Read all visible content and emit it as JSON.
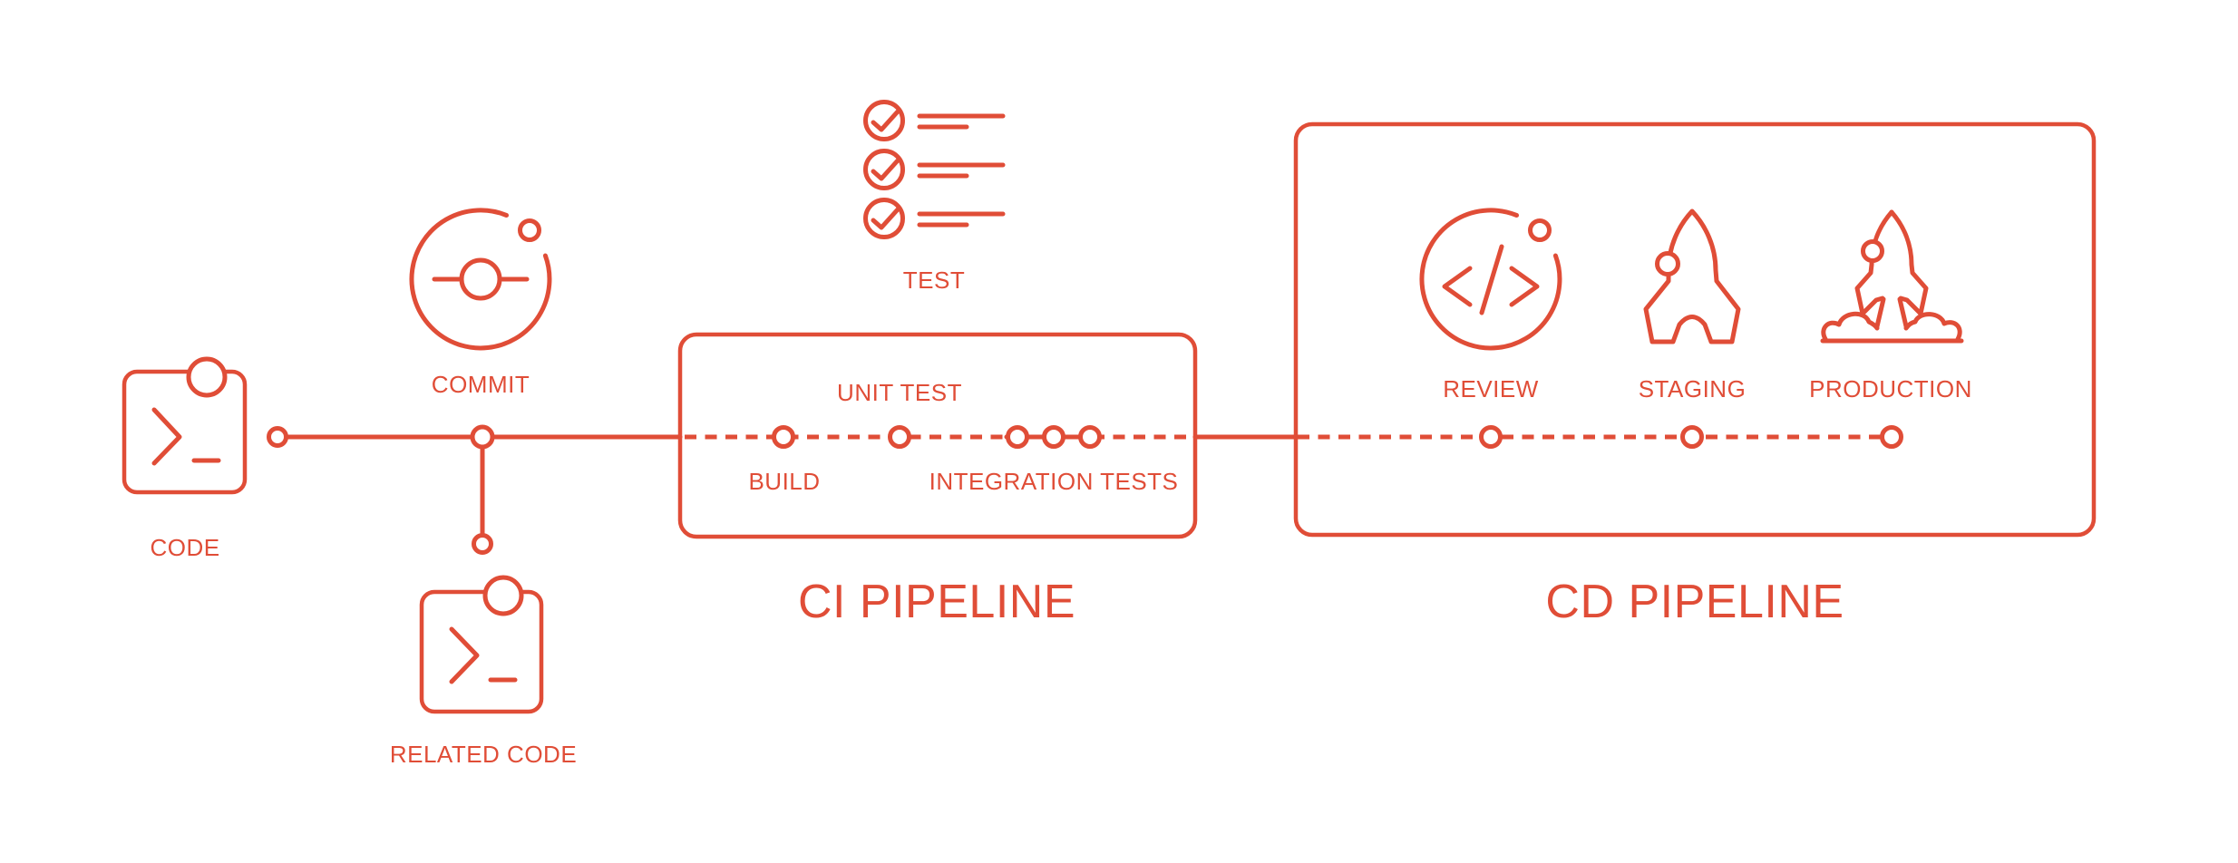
{
  "colors": {
    "accent": "#E04D37",
    "background": "#FFFFFF"
  },
  "diagram": {
    "type": "ci-cd-pipeline-flow",
    "labels": {
      "code": "CODE",
      "commit": "COMMIT",
      "related_code": "RELATED CODE",
      "test": "TEST",
      "build": "BUILD",
      "unit_test": "UNIT TEST",
      "integration_tests": "INTEGRATION TESTS",
      "review": "REVIEW",
      "staging": "STAGING",
      "production": "PRODUCTION"
    },
    "sections": {
      "ci_title": "CI PIPELINE",
      "cd_title": "CD PIPELINE"
    }
  }
}
